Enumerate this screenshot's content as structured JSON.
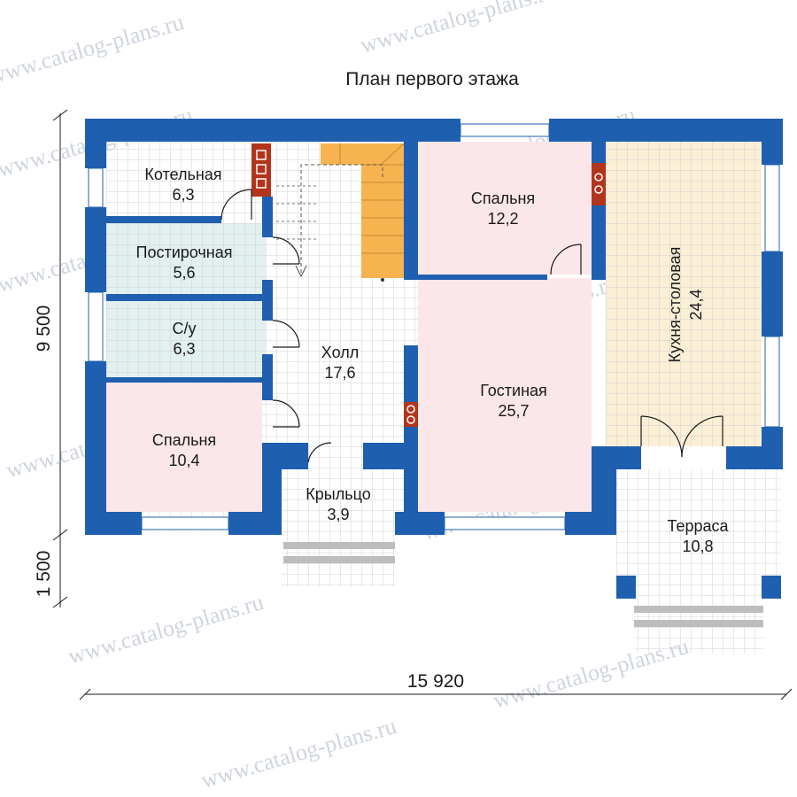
{
  "title": "План первого этажа",
  "watermark": "www.catalog-plans.ru",
  "dimensions": {
    "width": "15 920",
    "height_main": "9 500",
    "height_porch": "1 500"
  },
  "rooms": {
    "boiler": {
      "name": "Котельная",
      "area": "6,3"
    },
    "laundry": {
      "name": "Постирочная",
      "area": "5,6"
    },
    "bathroom": {
      "name": "С/у",
      "area": "6,3"
    },
    "bedroom_left": {
      "name": "Спальня",
      "area": "10,4"
    },
    "hall": {
      "name": "Холл",
      "area": "17,6"
    },
    "porch": {
      "name": "Крыльцо",
      "area": "3,9"
    },
    "bedroom_top": {
      "name": "Спальня",
      "area": "12,2"
    },
    "living": {
      "name": "Гостиная",
      "area": "25,7"
    },
    "kitchen": {
      "name": "Кухня-столовая",
      "area": "24,4"
    },
    "terrace": {
      "name": "Терраса",
      "area": "10,8"
    }
  },
  "colors": {
    "wall": "#1f5fb0",
    "bedroom_fill": "#fbe6ea",
    "wet_fill": "#e2f0ef",
    "kitchen_fill": "#fbefd6",
    "stairs": "#f6b34f",
    "chimney": "#b3341c",
    "grid": "#d7d7d7"
  }
}
